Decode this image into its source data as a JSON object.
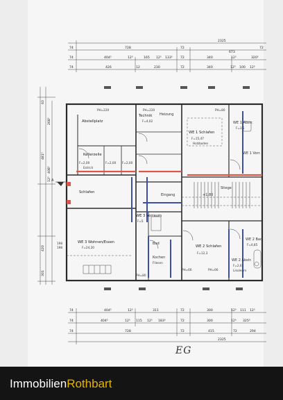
{
  "brand": {
    "part1": "Immobilien",
    "part2": "Rothbart",
    "accent_color": "#e6b400"
  },
  "floor_label": "EG",
  "plan": {
    "top_dims": {
      "total": "2325",
      "r1": [
        "74",
        "728",
        "72",
        "673",
        "72"
      ],
      "r2": [
        "74",
        "404⁵",
        "12⁵",
        "165",
        "12⁵",
        "133⁵",
        "72",
        "340",
        "12⁵",
        "320⁵"
      ],
      "r3": [
        "74",
        "426",
        "12",
        "230",
        "72",
        "340",
        "12⁵",
        "100",
        "12⁵"
      ]
    },
    "bottom_dims": {
      "total": "2325",
      "r1": [
        "74",
        "404⁵",
        "12⁵",
        "311",
        "72",
        "300",
        "12⁵",
        "111",
        "12⁵"
      ],
      "r2": [
        "74",
        "404⁵",
        "12⁵",
        "115",
        "12⁵",
        "183⁵",
        "72",
        "300",
        "12⁵",
        "325⁵"
      ],
      "r3": [
        "74",
        "728",
        "72",
        "415",
        "72",
        "294"
      ]
    },
    "left_dims": [
      "63",
      "268⁵",
      "481⁵",
      "12⁵",
      "408⁵",
      "420",
      "301",
      "198",
      "198"
    ],
    "rooms": {
      "technik": "Technik",
      "heizung": "Heizung",
      "abstell": "Abstellplatz",
      "kellerzelle": "Kellerzelle",
      "we1_schlafen": "WE 1 Schlafen",
      "we1_abstr": "WE 1 Abstr.",
      "we1_vorr": "WE 1 Vorr.",
      "we3_schlafen": "Schlafen",
      "we3_vorraum": "WE 3 Vorraum",
      "we3_wohnen": "WE 3 Wohnen/Essen",
      "we3_bad": "Bad",
      "we3_kochen": "Kochen",
      "we2_schlafen": "WE 2 Schlafen",
      "we2_abstr": "WE 2 Abstr.",
      "we2_bad": "WE 2 Bad",
      "stiege": "Stiege",
      "eingang": "Eingang"
    },
    "room_values": {
      "we1_schlafen": "F=15,47",
      "we1_abstr": "F=3,5",
      "technik": "F=4,02",
      "we2_schlafen": "F=12,3",
      "we2_abstr": "F=2,61",
      "we2_bad": "F=4,85",
      "we3_vorraum": "F=5",
      "wohnen": "F=24,20",
      "kellerzelle_a": "F=2,00",
      "kellerzelle_b": "F=2,00",
      "kellerzelle_c": "F=2,00",
      "stiege_h": "+1,80"
    },
    "heights": {
      "ph1": "PH=220",
      "ph2": "PH=220",
      "ph3": "PH=80",
      "ph4": "PH=66",
      "ph5": "PH=66",
      "ph6": "PH=80"
    },
    "materials": {
      "m1": "Estrich",
      "m2": "Holzboden",
      "m3": "Linoleum",
      "m4": "Fliesen"
    }
  }
}
